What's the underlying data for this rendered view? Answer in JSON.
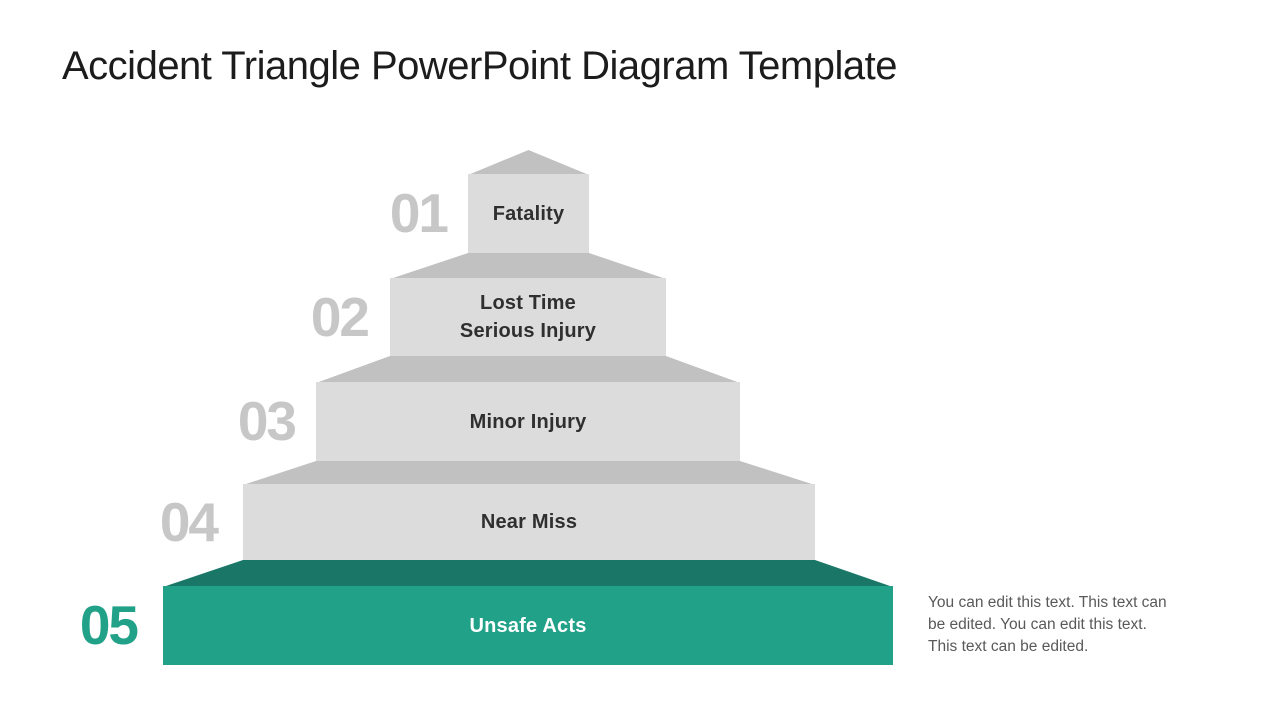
{
  "slide": {
    "title": "Accident Triangle PowerPoint Diagram Template",
    "side_note": "You can edit this text. This text can\nbe edited. You can edit this text.\nThis text can be edited."
  },
  "pyramid": {
    "levels": [
      {
        "number": "01",
        "label": "Fatality"
      },
      {
        "number": "02",
        "label": "Lost Time\nSerious Injury"
      },
      {
        "number": "03",
        "label": "Minor Injury"
      },
      {
        "number": "04",
        "label": "Near Miss"
      },
      {
        "number": "05",
        "label": "Unsafe Acts"
      }
    ],
    "colors": {
      "step_front_gray": "#dcdcdc",
      "step_top_gray": "#c1c1c1",
      "accent_front_teal": "#22a189",
      "accent_top_teal": "#1a7767",
      "number_gray": "#c7c7c7",
      "number_accent_teal": "#22a189",
      "label_dark": "#2f2f2f",
      "label_light": "#ffffff",
      "title_color": "#1c1c1c",
      "side_note_gray": "#595959"
    }
  }
}
